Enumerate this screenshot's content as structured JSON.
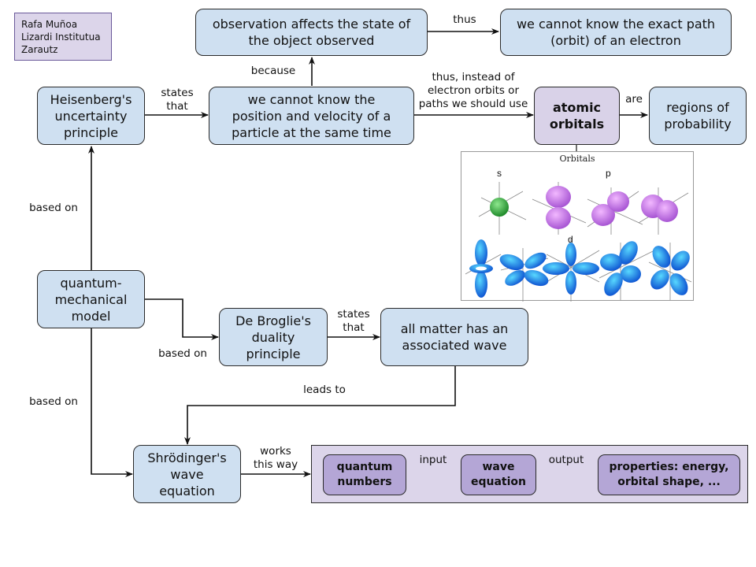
{
  "author": {
    "text": "Rafa Muñoa\nLizardi Institutua\nZarautz"
  },
  "nodes": {
    "observation": "observation affects the state of\nthe object observed",
    "exact_path": "we cannot know the exact path\n(orbit) of an electron",
    "heisenberg": "Heisenberg's\nuncertainty\nprinciple",
    "cannot_know": "we cannot know the\nposition and velocity of a\nparticle at the same time",
    "atomic_orbitals": "atomic\norbitals",
    "regions": "regions of\nprobability",
    "qm_model": "quantum-\nmechanical\nmodel",
    "de_broglie": "De Broglie's\nduality\nprinciple",
    "all_matter": "all matter has an\nassociated wave",
    "schrodinger": "Shrödinger's\nwave\nequation",
    "quantum_numbers": "quantum\nnumbers",
    "wave_equation": "wave\nequation",
    "properties": "properties: energy,\norbital shape, ..."
  },
  "edge_labels": {
    "thus": "thus",
    "because": "because",
    "states_that_1": "states\nthat",
    "thus_instead": "thus, instead of\nelectron orbits or\npaths we should use",
    "are": "are",
    "based_on_1": "based on",
    "based_on_2": "based on",
    "based_on_3": "based on",
    "states_that_2": "states\nthat",
    "leads_to": "leads to",
    "works_this_way": "works\nthis way",
    "input": "input",
    "output": "output"
  },
  "orbitals_image": {
    "title": "Orbitals",
    "labels": {
      "s": "s",
      "p": "p",
      "d": "d"
    }
  },
  "colors": {
    "node_blue": "#cfe0f1",
    "node_lavender": "#d9d2e8",
    "node_deep": "#b4a6d6",
    "s_orbital": "#3cb043",
    "p_orbital": "#c070e8",
    "d_orbital": "#1e90ff"
  }
}
